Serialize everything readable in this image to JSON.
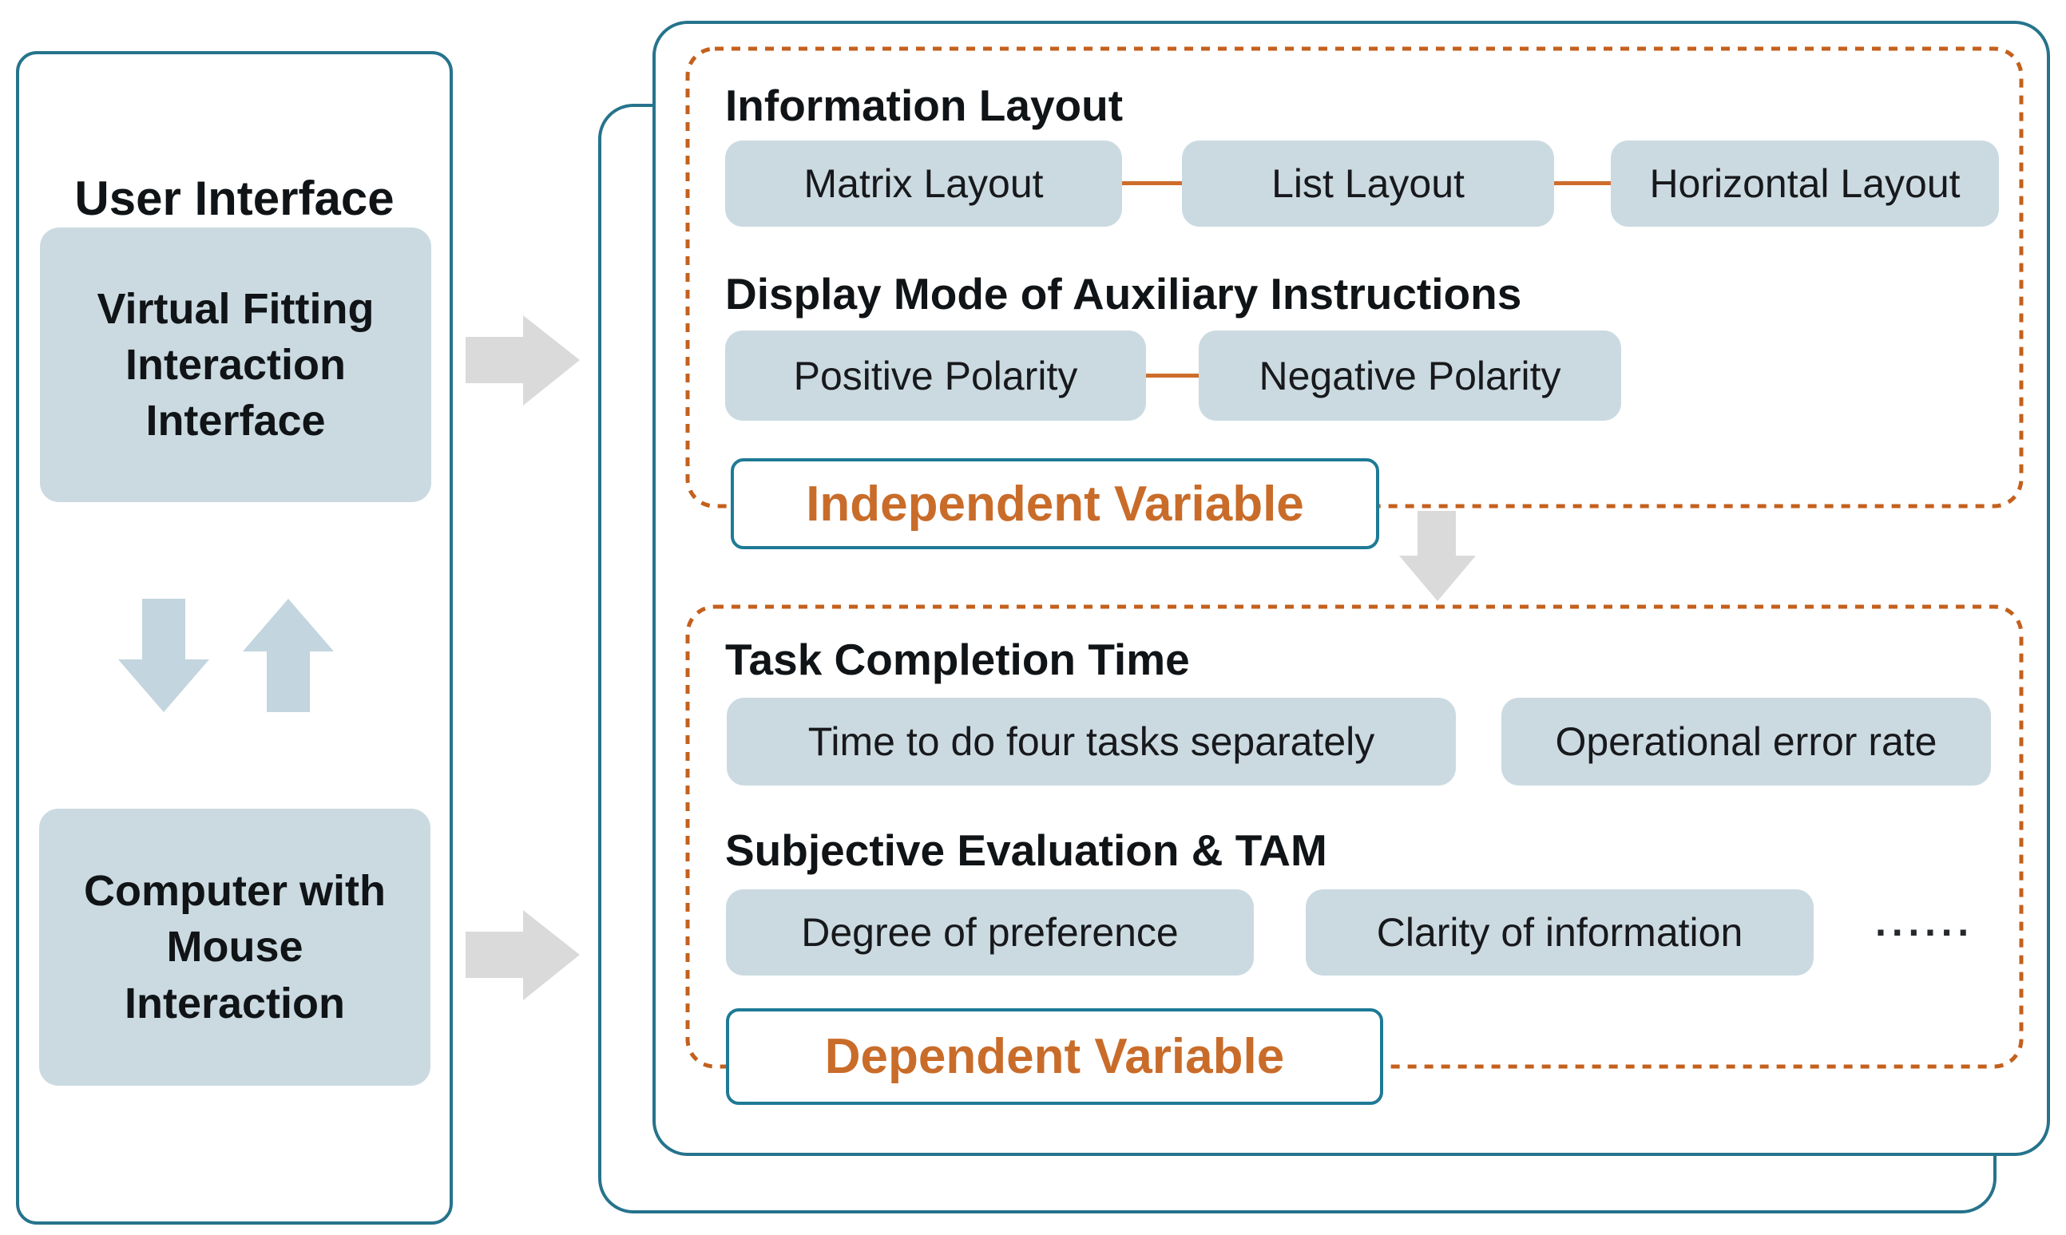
{
  "palette": {
    "teal_border": "#26738c",
    "box_fill": "#cbdae1",
    "orange_dash": "#c4601d",
    "orange_text": "#c96c2a",
    "gray_arrow": "#dadada",
    "blue_arrow": "#c3d5de"
  },
  "left_panel": {
    "title": "User Interface",
    "top_box": "Virtual Fitting Interaction Interface",
    "bottom_box": "Computer with Mouse Interaction"
  },
  "right_panel": {
    "independent": {
      "layout_heading": "Information Layout",
      "layout_options": [
        "Matrix Layout",
        "List Layout",
        "Horizontal Layout"
      ],
      "display_heading": "Display Mode of Auxiliary Instructions",
      "display_options": [
        "Positive Polarity",
        "Negative Polarity"
      ],
      "label": "Independent Variable"
    },
    "dependent": {
      "time_heading": "Task Completion Time",
      "time_options": [
        "Time to do four tasks separately",
        "Operational error rate"
      ],
      "subjective_heading": "Subjective Evaluation & TAM",
      "subjective_options": [
        "Degree of preference",
        "Clarity of information"
      ],
      "ellipsis": "······",
      "label": "Dependent Variable"
    }
  }
}
